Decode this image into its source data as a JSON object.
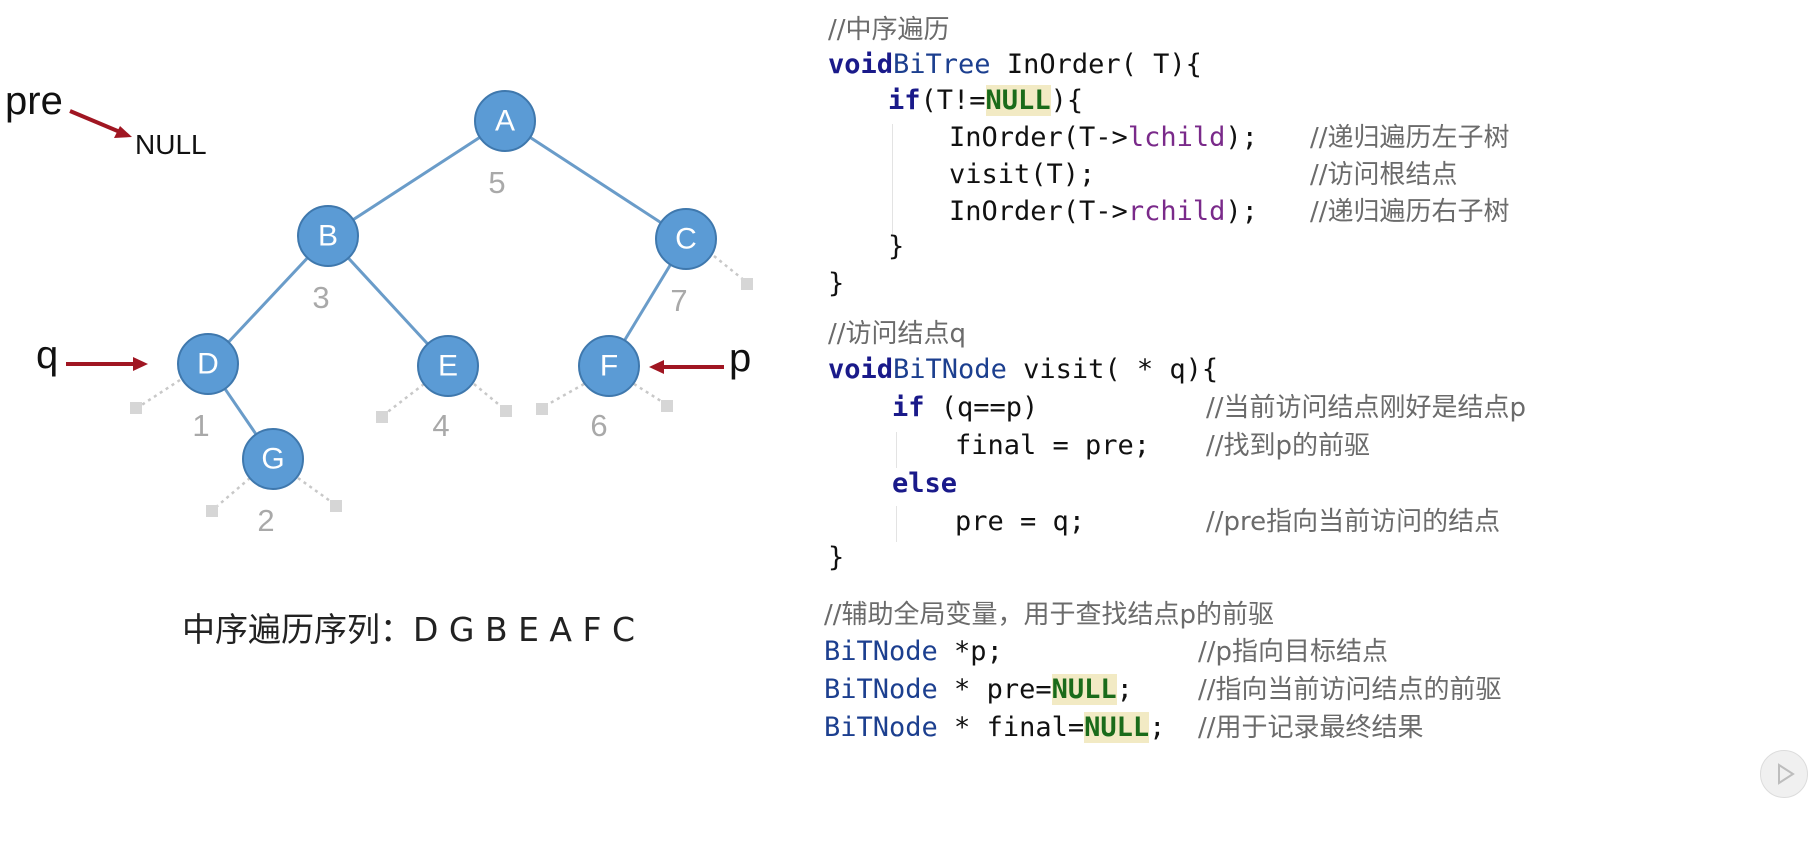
{
  "diagram": {
    "nodes": [
      {
        "id": "A",
        "label": "A",
        "order": "5"
      },
      {
        "id": "B",
        "label": "B",
        "order": "3"
      },
      {
        "id": "C",
        "label": "C",
        "order": "7"
      },
      {
        "id": "D",
        "label": "D",
        "order": "1"
      },
      {
        "id": "E",
        "label": "E",
        "order": "4"
      },
      {
        "id": "F",
        "label": "F",
        "order": "6"
      },
      {
        "id": "G",
        "label": "G",
        "order": "2"
      }
    ],
    "pointers": {
      "pre": "pre",
      "pre_target": "NULL",
      "q": "q",
      "p": "p"
    },
    "caption": "中序遍历序列：D G B E A F C"
  },
  "code": {
    "lines": [
      {
        "c": "//中序遍历"
      },
      {
        "kw": "void",
        "a": " InOrder(",
        "type": "BiTree",
        "b": " T){"
      },
      {
        "kw": "if",
        "a": "(T!=",
        "nul": "NULL",
        "b": "){"
      },
      {
        "a": "InOrder(T->",
        "field": "lchild",
        "b": ");",
        "c": "//递归遍历左子树"
      },
      {
        "a": "visit(T);",
        "c": "//访问根结点"
      },
      {
        "a": "InOrder(T->",
        "field": "rchild",
        "b": ");",
        "c": "//递归遍历右子树"
      },
      {
        "a": "}"
      },
      {
        "a": "}"
      },
      {
        "c": "//访问结点q"
      },
      {
        "kw": "void",
        "a": " visit(",
        "type": "BiTNode",
        "b": " * q){"
      },
      {
        "kw": "if",
        "a": " (q==p)",
        "c": "//当前访问结点刚好是结点p"
      },
      {
        "a": "final = pre;",
        "c": "//找到p的前驱"
      },
      {
        "kw": "else"
      },
      {
        "a": "pre = q;",
        "c": "//pre指向当前访问的结点"
      },
      {
        "a": "}"
      },
      {
        "c": "//辅助全局变量，用于查找结点p的前驱"
      },
      {
        "type": "BiTNode",
        "a": " *p;",
        "c": "//p指向目标结点"
      },
      {
        "type": "BiTNode",
        "a": " * pre=",
        "nul": "NULL",
        "b": ";",
        "c": "//指向当前访问结点的前驱"
      },
      {
        "type": "BiTNode",
        "a": " * final=",
        "nul": "NULL",
        "b": ";",
        "c": "//用于记录最终结果"
      }
    ]
  },
  "icons": {
    "play": "play-icon"
  }
}
